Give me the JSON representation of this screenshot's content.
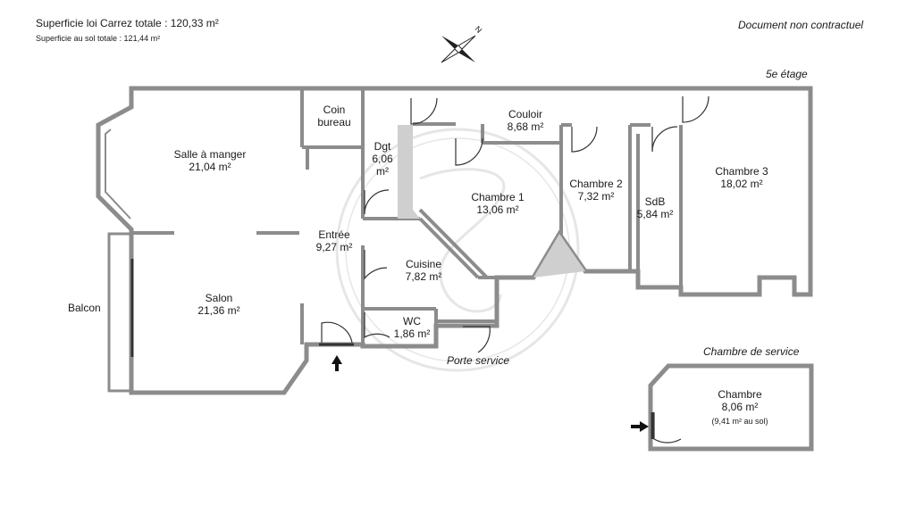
{
  "header": {
    "carrez_total": "Superficie loi Carrez totale : 120,33 m²",
    "sol_total": "Superficie au sol totale : 121,44 m²",
    "disclaimer": "Document non contractuel"
  },
  "floor_label": "5e étage",
  "compass_letter": "N",
  "rooms": {
    "coin_bureau": {
      "name": "Coin",
      "name2": "bureau"
    },
    "couloir": {
      "name": "Couloir",
      "area": "8,68 m²"
    },
    "salle_a_manger": {
      "name": "Salle à manger",
      "area": "21,04 m²"
    },
    "dgt": {
      "name": "Dgt",
      "area1": "6,06",
      "area2": "m²"
    },
    "chambre1": {
      "name": "Chambre 1",
      "area": "13,06 m²"
    },
    "chambre2": {
      "name": "Chambre 2",
      "area": "7,32 m²"
    },
    "sdb": {
      "name": "SdB",
      "area": "5,84 m²"
    },
    "chambre3": {
      "name": "Chambre 3",
      "area": "18,02 m²"
    },
    "entree": {
      "name": "Entrée",
      "area": "9,27 m²"
    },
    "cuisine": {
      "name": "Cuisine",
      "area": "7,82 m²"
    },
    "salon": {
      "name": "Salon",
      "area": "21,36 m²"
    },
    "wc": {
      "name": "WC",
      "area": "1,86 m²"
    },
    "balcon": {
      "name": "Balcon"
    }
  },
  "porte_service": "Porte service",
  "service_room": {
    "title": "Chambre de service",
    "name": "Chambre",
    "area": "8,06 m²",
    "note": "(9,41 m² au sol)"
  },
  "colors": {
    "wall": "#8c8c8c",
    "fill": "#cfcfcf",
    "text": "#1a1a1a"
  },
  "icons": [
    "compass-icon",
    "entrance-arrow-icon",
    "watermark-logo"
  ]
}
